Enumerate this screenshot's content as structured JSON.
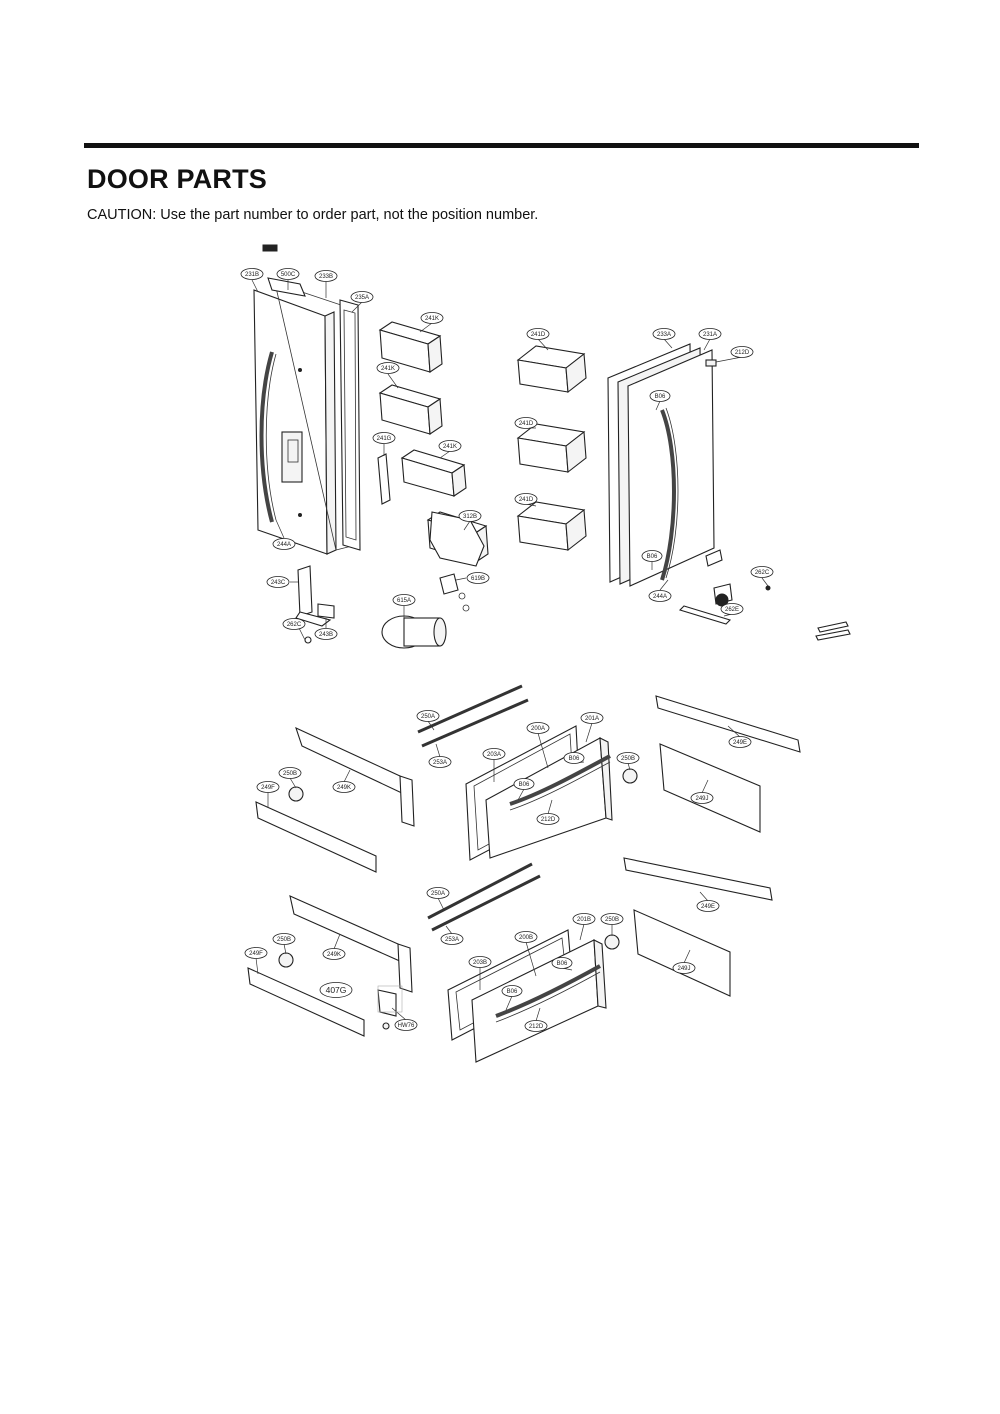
{
  "header": {
    "title": "DOOR PARTS",
    "caution": "CAUTION: Use the part number to order part, not the position number."
  },
  "callouts": [
    {
      "id": "c1",
      "label": "231B"
    },
    {
      "id": "c2",
      "label": "500C"
    },
    {
      "id": "c3",
      "label": "233B"
    },
    {
      "id": "c4",
      "label": "235A"
    },
    {
      "id": "c5",
      "label": "241K"
    },
    {
      "id": "c6",
      "label": "241K"
    },
    {
      "id": "c7",
      "label": "241G"
    },
    {
      "id": "c8",
      "label": "241K"
    },
    {
      "id": "c9",
      "label": "241D"
    },
    {
      "id": "c10",
      "label": "241D"
    },
    {
      "id": "c11",
      "label": "241D"
    },
    {
      "id": "c12",
      "label": "233A"
    },
    {
      "id": "c13",
      "label": "231A"
    },
    {
      "id": "c14",
      "label": "212D"
    },
    {
      "id": "c15",
      "label": "B06"
    },
    {
      "id": "c16",
      "label": "B06"
    },
    {
      "id": "c17",
      "label": "312B"
    },
    {
      "id": "c18",
      "label": "244A"
    },
    {
      "id": "c19",
      "label": "243C"
    },
    {
      "id": "c20",
      "label": "619B"
    },
    {
      "id": "c21",
      "label": "615A"
    },
    {
      "id": "c22",
      "label": "262C"
    },
    {
      "id": "c23",
      "label": "243B"
    },
    {
      "id": "c24",
      "label": "262C"
    },
    {
      "id": "c25",
      "label": "244A"
    },
    {
      "id": "c26",
      "label": "262E"
    },
    {
      "id": "c27",
      "label": "250A"
    },
    {
      "id": "c28",
      "label": "253A"
    },
    {
      "id": "c29",
      "label": "200A"
    },
    {
      "id": "c30",
      "label": "201A"
    },
    {
      "id": "c31",
      "label": "203A"
    },
    {
      "id": "c32",
      "label": "B06"
    },
    {
      "id": "c33",
      "label": "B06"
    },
    {
      "id": "c34",
      "label": "212D"
    },
    {
      "id": "c35",
      "label": "250B"
    },
    {
      "id": "c36",
      "label": "249E"
    },
    {
      "id": "c37",
      "label": "249J"
    },
    {
      "id": "c38",
      "label": "250B"
    },
    {
      "id": "c39",
      "label": "249F"
    },
    {
      "id": "c40",
      "label": "249K"
    },
    {
      "id": "c41",
      "label": "250A"
    },
    {
      "id": "c42",
      "label": "253A"
    },
    {
      "id": "c43",
      "label": "201B"
    },
    {
      "id": "c44",
      "label": "250B"
    },
    {
      "id": "c45",
      "label": "200B"
    },
    {
      "id": "c46",
      "label": "203B"
    },
    {
      "id": "c47",
      "label": "B06"
    },
    {
      "id": "c48",
      "label": "B06"
    },
    {
      "id": "c49",
      "label": "212D"
    },
    {
      "id": "c50",
      "label": "249E"
    },
    {
      "id": "c51",
      "label": "249J"
    },
    {
      "id": "c52",
      "label": "250B"
    },
    {
      "id": "c53",
      "label": "249F"
    },
    {
      "id": "c54",
      "label": "249K"
    },
    {
      "id": "c55",
      "label": "407G"
    },
    {
      "id": "c56",
      "label": "HW76"
    }
  ]
}
